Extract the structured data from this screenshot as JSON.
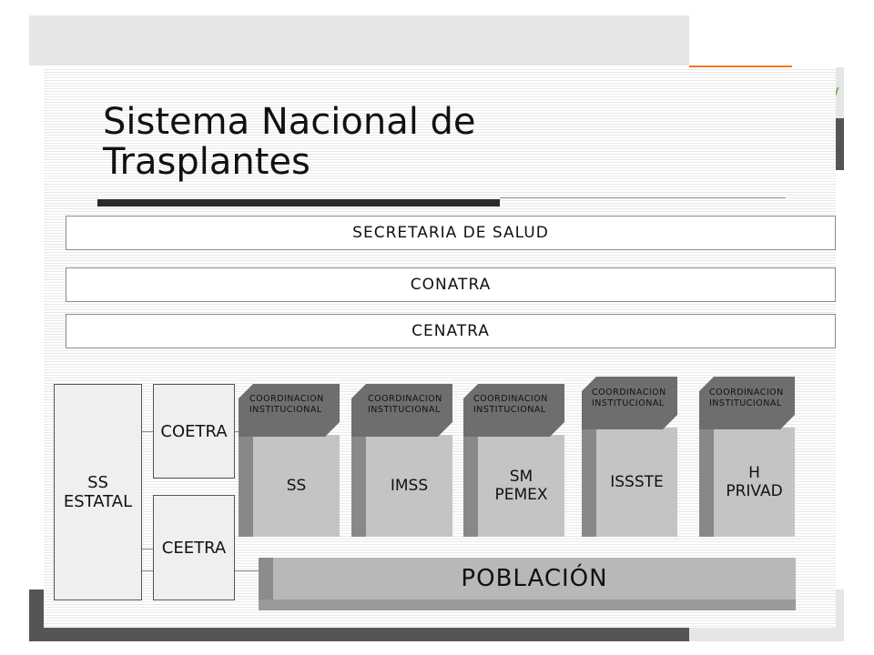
{
  "slide": {
    "title_line1": "Sistema Nacional de",
    "title_line2": "Trasplantes"
  },
  "hierarchy": {
    "level1": "SECRETARIA DE SALUD",
    "level2": "CONATRA",
    "level3": "CENATRA"
  },
  "state": {
    "estatal_line1": "SS",
    "estatal_line2": "ESTATAL",
    "coetra": "COETRA",
    "ceetra": "CEETRA"
  },
  "institutions": [
    {
      "cap_line1": "COORDINACION",
      "cap_line2": "INSTITUCIONAL",
      "line1": "SS",
      "line2": ""
    },
    {
      "cap_line1": "COORDINACION",
      "cap_line2": "INSTITUCIONAL",
      "line1": "IMSS",
      "line2": ""
    },
    {
      "cap_line1": "COORDINACION",
      "cap_line2": "INSTITUCIONAL",
      "line1": "SM",
      "line2": "PEMEX"
    },
    {
      "cap_line1": "COORDINACION",
      "cap_line2": "INSTITUCIONAL",
      "line1": "ISSSTE",
      "line2": ""
    },
    {
      "cap_line1": "COORDINACION",
      "cap_line2": "INSTITUCIONAL",
      "line1": "H",
      "line2": "PRIVAD"
    }
  ],
  "poblacion": "POBLACIÓN",
  "theme": {
    "accent": "#f07820",
    "accent_green": "#6ab04c",
    "frame_dark": "#555555",
    "frame_light": "#e6e6e6"
  }
}
